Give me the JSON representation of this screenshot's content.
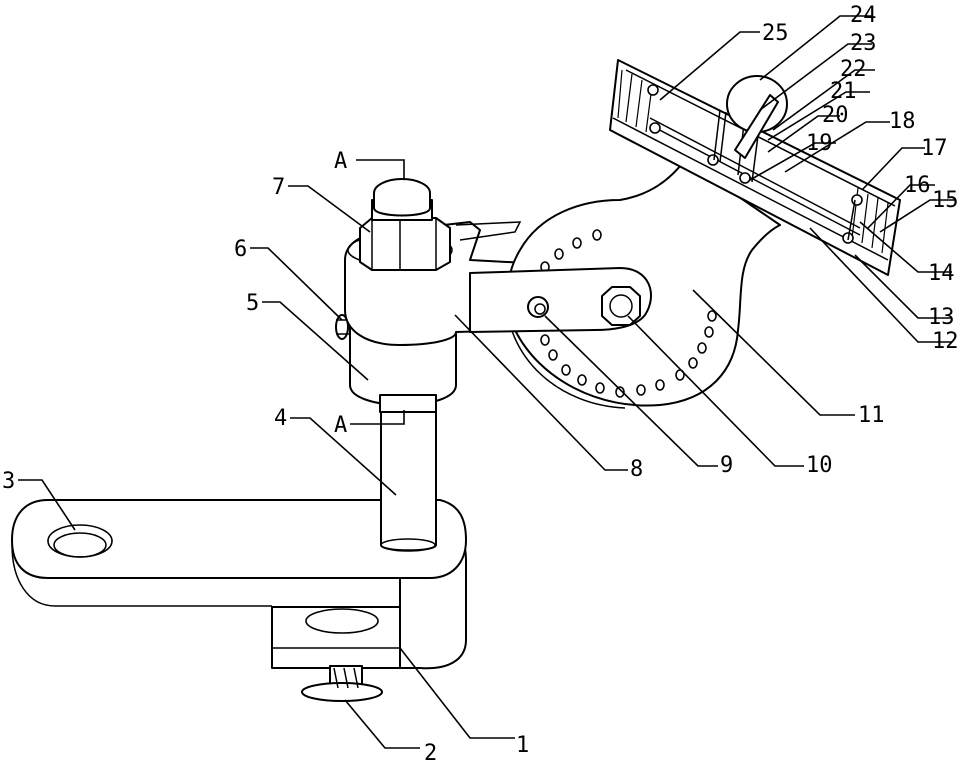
{
  "labels": {
    "n1": "1",
    "n2": "2",
    "n3": "3",
    "n4": "4",
    "n5": "5",
    "n6": "6",
    "n7": "7",
    "n8": "8",
    "n9": "9",
    "n10": "10",
    "n11": "11",
    "n12": "12",
    "n13": "13",
    "n14": "14",
    "n15": "15",
    "n16": "16",
    "n17": "17",
    "n18": "18",
    "n19": "19",
    "n20": "20",
    "n21": "21",
    "n22": "22",
    "n23": "23",
    "n24": "24",
    "n25": "25",
    "section_top": "A",
    "section_bottom": "A"
  }
}
